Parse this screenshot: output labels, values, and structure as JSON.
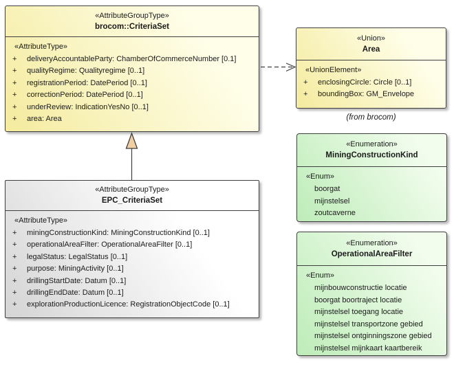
{
  "colors": {
    "border": "#3e3e3e",
    "yellow_fill": "#f4eb9e",
    "green_fill": "#bdecb8",
    "gray_fill": "#d4d4d4",
    "triangle_fill": "#f2cfa1",
    "text": "#1a1a1a"
  },
  "boxes": {
    "criteria_set": {
      "stereotype": "«AttributeGroupType»",
      "name": "brocom::CriteriaSet",
      "section": "«AttributeType»",
      "attributes": [
        {
          "vis": "+",
          "text": "deliveryAccountableParty: ChamberOfCommerceNumber [0.1]"
        },
        {
          "vis": "+",
          "text": "qualityRegime: Qualityregime [0..1]"
        },
        {
          "vis": "+",
          "text": "registrationPeriod: DatePeriod [0..1]"
        },
        {
          "vis": "+",
          "text": "correctionPeriod: DatePeriod [0..1]"
        },
        {
          "vis": "+",
          "text": "underReview: IndicationYesNo [0..1]"
        },
        {
          "vis": "+",
          "text": "area: Area"
        }
      ]
    },
    "area_union": {
      "stereotype": "«Union»",
      "name": "Area",
      "section": "«UnionElement»",
      "attributes": [
        {
          "vis": "+",
          "text": "enclosingCircle: Circle [0..1]"
        },
        {
          "vis": "+",
          "text": "boundingBox: GM_Envelope"
        }
      ],
      "note": "(from brocom)"
    },
    "mining_construction_kind": {
      "stereotype": "«Enumeration»",
      "name": "MiningConstructionKind",
      "section": "«Enum»",
      "items": [
        "boorgat",
        "mijnstelsel",
        "zoutcaverne"
      ]
    },
    "operational_area_filter": {
      "stereotype": "«Enumeration»",
      "name": "OperationalAreaFilter",
      "section": "«Enum»",
      "items": [
        "mijnbouwconstructie locatie",
        "boorgat boortraject locatie",
        "mijnstelsel toegang locatie",
        "mijnstelsel transportzone gebied",
        "mijnstelsel ontginningszone gebied",
        "mijnstelsel mijnkaart kaartbereik"
      ]
    },
    "epc_criteria_set": {
      "stereotype": "«AttributeGroupType»",
      "name": "EPC_CriteriaSet",
      "section": "«AttributeType»",
      "attributes": [
        {
          "vis": "+",
          "text": "miningConstructionKind: MiningConstructionKind [0..1]"
        },
        {
          "vis": "+",
          "text": "operationalAreaFilter: OperationalAreaFilter [0..1]"
        },
        {
          "vis": "+",
          "text": "legalStatus: LegalStatus [0..1]"
        },
        {
          "vis": "+",
          "text": "purpose: MiningActivity [0..1]"
        },
        {
          "vis": "+",
          "text": "drillingStartDate: Datum [0..1]"
        },
        {
          "vis": "+",
          "text": "drillingEndDate: Datum [0..1]"
        },
        {
          "vis": "+",
          "text": "explorationProductionLicence: RegistrationObjectCode [0..1]"
        }
      ]
    }
  }
}
